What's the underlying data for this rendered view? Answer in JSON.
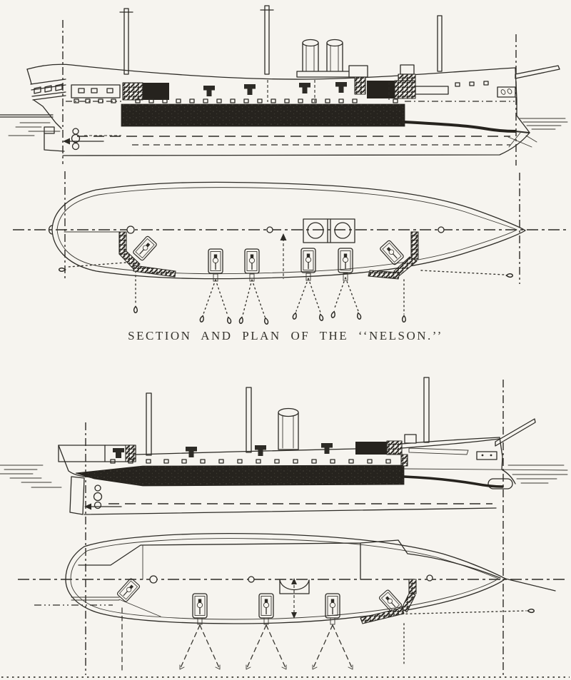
{
  "page": {
    "background_color": "#f6f4ef",
    "ink_color": "#2d2b26",
    "armor_color": "#26231e"
  },
  "caption": {
    "text": "SECTION AND PLAN OF THE ‘‘NELSON.’’"
  },
  "figures": [
    {
      "id": "nelson",
      "position": "top"
    },
    {
      "id": "companion-ship",
      "position": "bottom"
    }
  ]
}
